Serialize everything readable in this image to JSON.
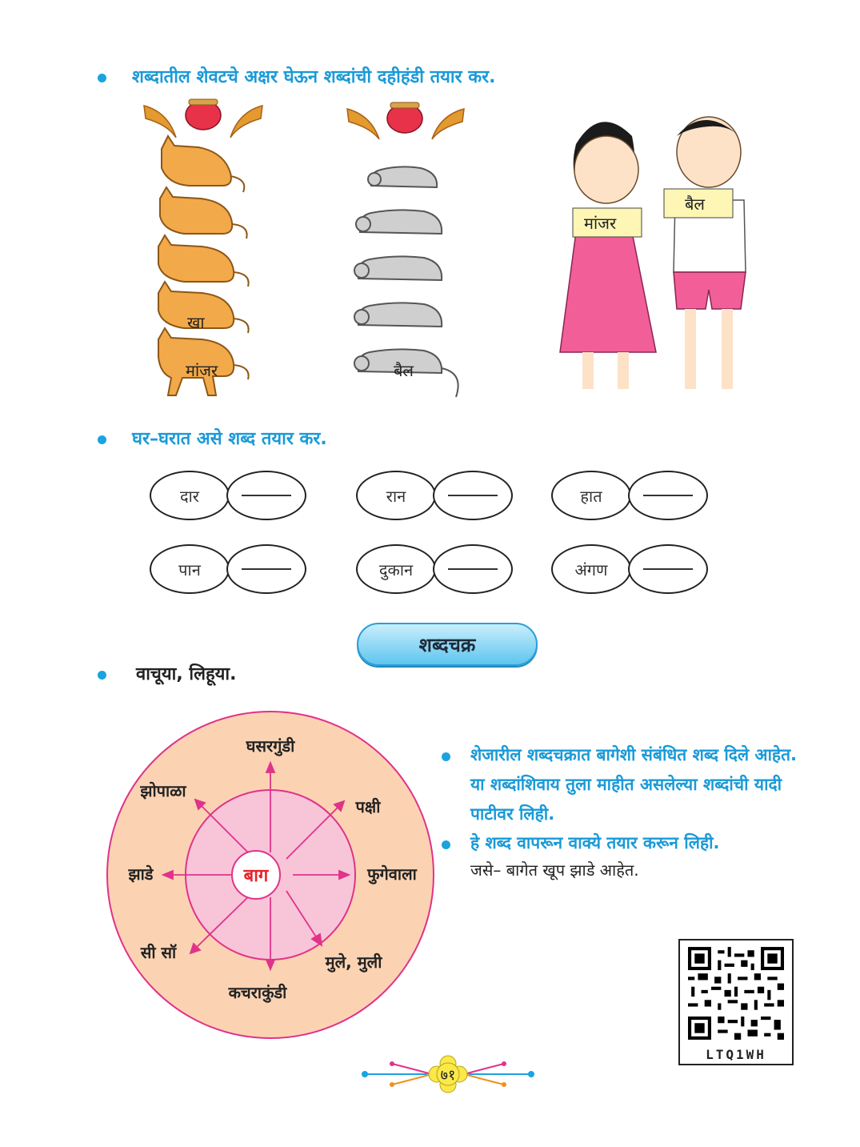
{
  "instructions": {
    "first": "शब्दातील शेवटचे अक्षर घेऊन शब्दांची दहीहंडी तयार कर.",
    "second": "घर–घरात असे शब्द तयार कर.",
    "third": "वाचूया, लिहूया."
  },
  "cat_tower": {
    "words": [
      "मांजर",
      "खा"
    ]
  },
  "mouse_tower": {
    "words": [
      "बैल"
    ]
  },
  "children": {
    "girl_card": "मांजर",
    "boy_card": "बैल"
  },
  "word_pairs": [
    {
      "word": "दार"
    },
    {
      "word": "रान"
    },
    {
      "word": "हात"
    },
    {
      "word": "पान"
    },
    {
      "word": "दुकान"
    },
    {
      "word": "अंगण"
    }
  ],
  "section_title": "शब्दचक्र",
  "word_wheel": {
    "center": "बाग",
    "words": [
      "घसरगुंडी",
      "पक्षी",
      "फुगेवाला",
      "मुले, मुली",
      "कचराकुंडी",
      "सी सॉ",
      "झाडे",
      "झोपाळा"
    ],
    "colors": {
      "outer": "#fbd3b3",
      "inner": "#f8c4d8",
      "accent": "#e0338a",
      "center_text": "#e8232b"
    }
  },
  "side_notes": {
    "note1": "शेजारील शब्दचक्रात बागेशी संबंधित शब्द दिले आहेत. या शब्दांशिवाय तुला माहीत असलेल्या शब्दांची यादी पाटीवर लिही.",
    "note2": "हे शब्द वापरून वाक्ये तयार करून लिही.",
    "example": "जसे– बागेत खूप झाडे आहेत."
  },
  "qr": {
    "label": "LTQ1WH"
  },
  "page_number": "७१",
  "colors": {
    "instruction": "#1a9ad8",
    "bullet": "#1aa3e0"
  }
}
